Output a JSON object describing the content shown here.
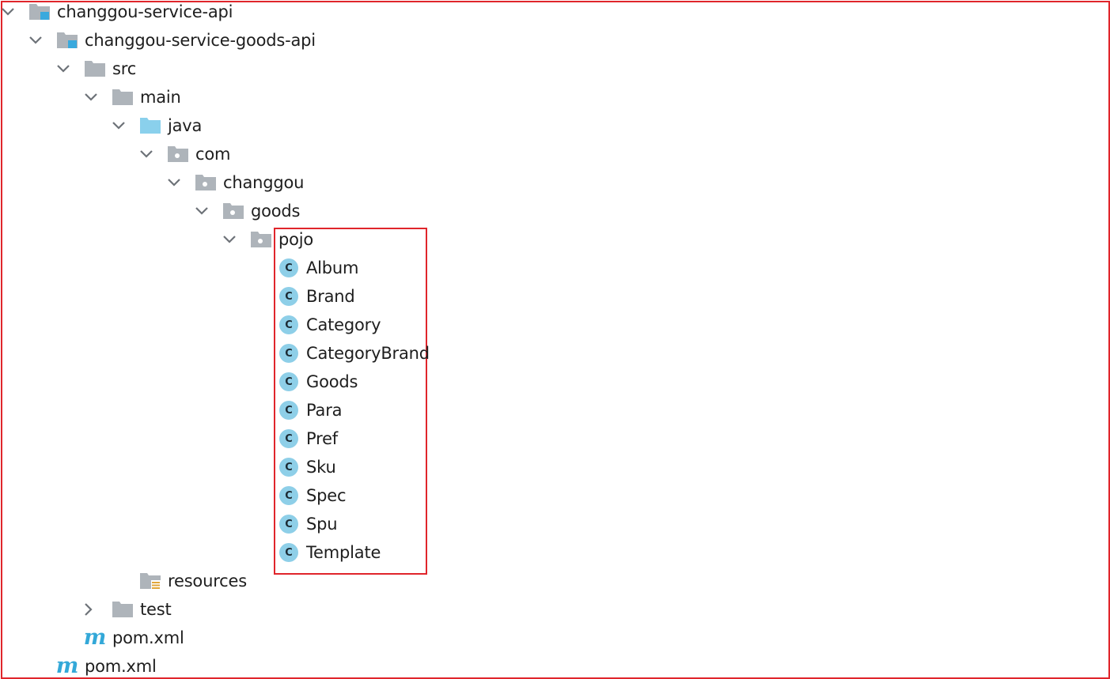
{
  "tree": {
    "project_root": {
      "label": "changgou-service-api",
      "icon": "module-folder-icon",
      "expanded": true
    },
    "goods_api": {
      "label": "changgou-service-goods-api",
      "icon": "module-folder-icon",
      "expanded": true
    },
    "src": {
      "label": "src",
      "icon": "folder-icon",
      "expanded": true
    },
    "main": {
      "label": "main",
      "icon": "folder-icon",
      "expanded": true
    },
    "java": {
      "label": "java",
      "icon": "source-folder-icon",
      "expanded": true
    },
    "com": {
      "label": "com",
      "icon": "package-icon",
      "expanded": true
    },
    "changgou": {
      "label": "changgou",
      "icon": "package-icon",
      "expanded": true
    },
    "goods": {
      "label": "goods",
      "icon": "package-icon",
      "expanded": true
    },
    "pojo": {
      "label": "pojo",
      "icon": "package-icon",
      "expanded": true
    },
    "classes": [
      {
        "label": "Album",
        "icon": "class-icon",
        "glyph": "C"
      },
      {
        "label": "Brand",
        "icon": "class-icon",
        "glyph": "C"
      },
      {
        "label": "Category",
        "icon": "class-icon",
        "glyph": "C"
      },
      {
        "label": "CategoryBrand",
        "icon": "class-icon",
        "glyph": "C"
      },
      {
        "label": "Goods",
        "icon": "class-icon",
        "glyph": "C"
      },
      {
        "label": "Para",
        "icon": "class-icon",
        "glyph": "C"
      },
      {
        "label": "Pref",
        "icon": "class-icon",
        "glyph": "C"
      },
      {
        "label": "Sku",
        "icon": "class-icon",
        "glyph": "C"
      },
      {
        "label": "Spec",
        "icon": "class-icon",
        "glyph": "C"
      },
      {
        "label": "Spu",
        "icon": "class-icon",
        "glyph": "C"
      },
      {
        "label": "Template",
        "icon": "class-icon",
        "glyph": "C"
      }
    ],
    "resources": {
      "label": "resources",
      "icon": "resources-folder-icon"
    },
    "test": {
      "label": "test",
      "icon": "folder-icon",
      "expanded": false
    },
    "goods_pom": {
      "label": "pom.xml",
      "icon": "maven-icon",
      "glyph": "m"
    },
    "root_pom": {
      "label": "pom.xml",
      "icon": "maven-icon",
      "glyph": "m"
    }
  },
  "colors": {
    "highlight_border": "#e0252b",
    "folder_gray": "#aeb4ba",
    "source_folder_blue": "#8ad0ec",
    "module_marker_blue": "#3aa9dd",
    "class_icon_bg": "#8ecfe8",
    "maven_blue": "#33a8d8"
  }
}
